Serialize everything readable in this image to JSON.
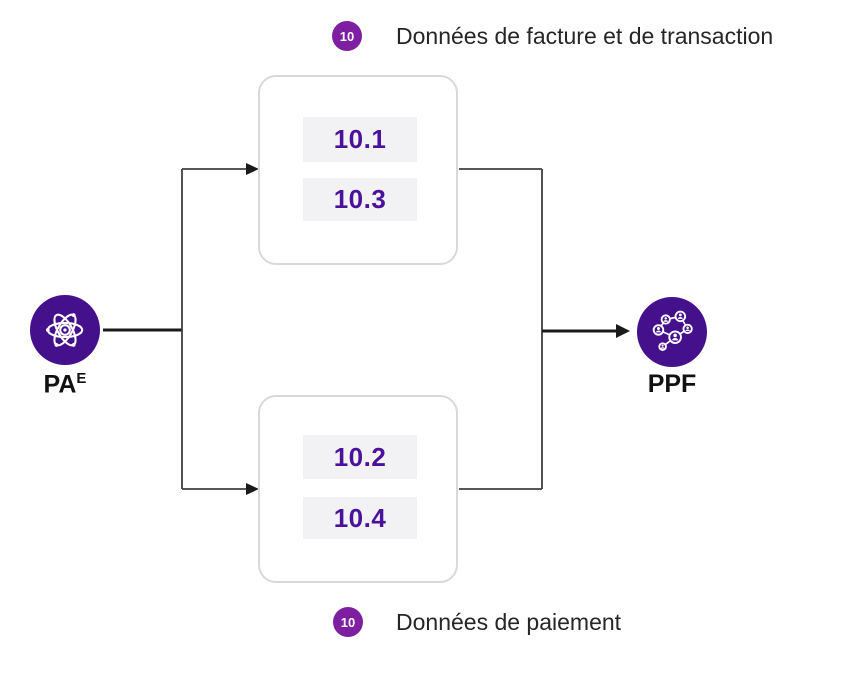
{
  "colors": {
    "node_purple": "#44108C",
    "badge_purple": "#7E1FA2",
    "pill_text": "#4A129B",
    "pill_bg": "#F2F2F4",
    "box_border": "#D9D9DB",
    "line_dark": "#1A1A1A",
    "line_gray": "#3F3F3F",
    "text_color": "#262626"
  },
  "top_group": {
    "badge": "10",
    "caption": "Données de facture et de transaction",
    "items": [
      "10.1",
      "10.3"
    ]
  },
  "bottom_group": {
    "badge": "10",
    "caption": "Données de paiement",
    "items": [
      "10.2",
      "10.4"
    ]
  },
  "nodes": {
    "source": {
      "label": "PA",
      "superscript": "E",
      "icon": "atom-icon"
    },
    "target": {
      "label": "PPF",
      "icon": "network-people-icon"
    }
  }
}
